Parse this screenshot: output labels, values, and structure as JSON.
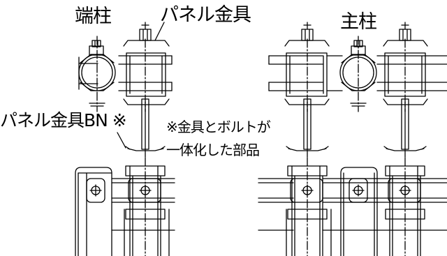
{
  "labels": {
    "end_post": "端柱",
    "panel_bracket": "パネル金具",
    "main_post": "主柱",
    "panel_bracket_bn": "パネル金具BN ※",
    "note_line1": "※金具とボルトが",
    "note_line2": "一体化した部品"
  },
  "colors": {
    "line": "#000000",
    "background": "#ffffff"
  }
}
